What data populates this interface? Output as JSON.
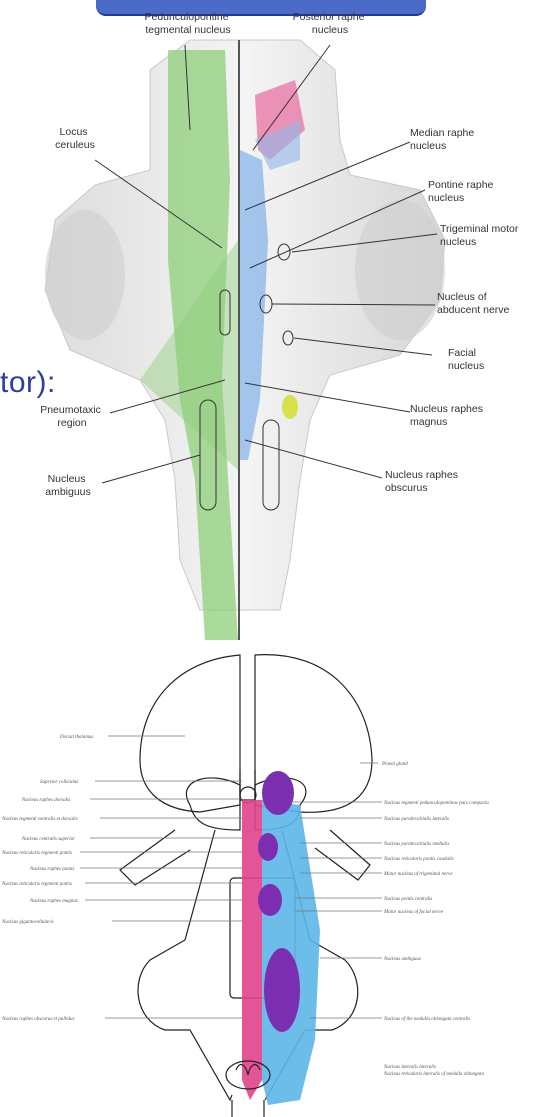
{
  "banner": {
    "color": "#4a6bc8"
  },
  "side_fragment": "tor):",
  "top_diagram": {
    "labels": {
      "pedunculopontine": [
        "Pedunculopontine",
        "tegmental nucleus"
      ],
      "posterior_raphe": [
        "Posterior raphe",
        "nucleus"
      ],
      "locus_ceruleus": [
        "Locus",
        "ceruleus"
      ],
      "median_raphe": [
        "Median raphe",
        "nucleus"
      ],
      "pontine_raphe": [
        "Pontine raphe",
        "nucleus"
      ],
      "trigeminal_motor": [
        "Trigeminal motor",
        "nucleus"
      ],
      "abducent": [
        "Nucleus of",
        "abducent nerve"
      ],
      "facial": [
        "Facial",
        "nucleus"
      ],
      "pneumotaxic": [
        "Pneumotaxic",
        "region"
      ],
      "raphes_magnus": [
        "Nucleus raphes",
        "magnus"
      ],
      "ambiguus": [
        "Nucleus",
        "ambiguus"
      ],
      "raphes_obscurus": [
        "Nucleus raphes",
        "obscurus"
      ]
    },
    "colors": {
      "green": "#8fcf7a",
      "blue": "#8fb8e8",
      "pink": "#e87aa8",
      "yellow": "#d8e04a"
    }
  },
  "bottom_diagram": {
    "left_labels": [
      "Dorsal thalamus",
      "Superior colliculus",
      "Nucleus raphes dorsalis",
      "Nucleus tegmenti ventralis et dorsalis",
      "Nucleus centralis superior",
      "Nucleus reticularis tegmenti pontis",
      "Nucleus raphes pontis",
      "Nucleus reticularis tegmenti pontis",
      "Nucleus raphes magnus",
      "Nucleus gigantocellularis",
      "Nucleus raphes obscurus et pallidus"
    ],
    "right_labels": [
      "Pineal gland",
      "Nucleus tegmenti pedunculopontinus pars compacta",
      "Nucleus parabrachialis lateralis",
      "Nucleus parabrachialis medialis",
      "Nucleus reticularis pontis caudalis",
      "Motor nucleus of trigeminal nerve",
      "Nucleus pontis centralis",
      "Motor nucleus of facial nerve",
      "Nucleus ambiguus",
      "Nucleus of the medulla oblongata centralis",
      "Nucleus lateralis lateralis",
      "Nucleus reticularis lateralis of medulla oblongata"
    ],
    "colors": {
      "pink": "#e0428a",
      "purple": "#7b2fb0",
      "blue": "#5db6e8"
    }
  }
}
